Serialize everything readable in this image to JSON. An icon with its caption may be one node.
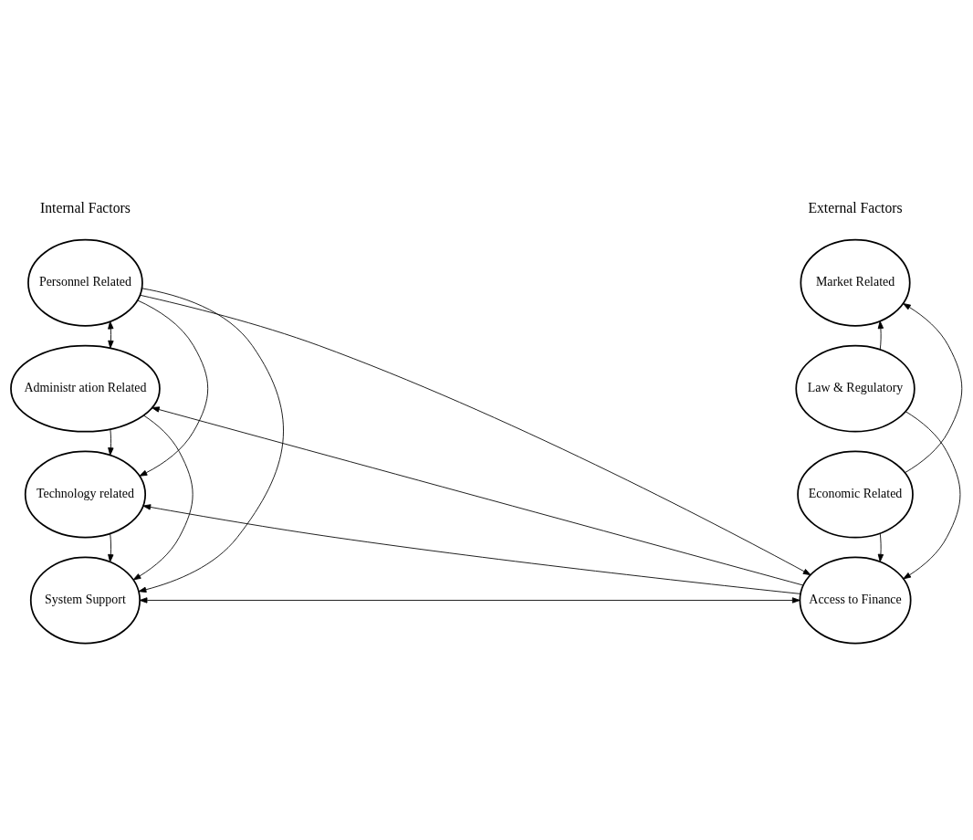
{
  "diagram": {
    "nodes": [
      {
        "text": [
          "Personnel Related"
        ]
      },
      {
        "text": [
          "Administr ation Related"
        ]
      },
      {
        "text": [
          "Technology related"
        ]
      },
      {
        "text": [
          "System Support"
        ]
      },
      {
        "text": [
          "Market Related"
        ]
      },
      {
        "text": [
          "Law & Regulatory"
        ]
      },
      {
        "text": [
          "Economic Related"
        ]
      },
      {
        "text": [
          "Access to Finance"
        ]
      }
    ],
    "edges": [
      {
        "from": 0,
        "to": 1,
        "arrow": "both"
      },
      {
        "from": 0,
        "to": 7,
        "arrow": "to"
      },
      {
        "from": 0,
        "to": 2,
        "arrow": "to"
      },
      {
        "from": 0,
        "to": 3,
        "arrow": "to"
      },
      {
        "from": 1,
        "to": 2,
        "arrow": "to"
      },
      {
        "from": 1,
        "to": 3,
        "arrow": "to"
      },
      {
        "from": 2,
        "to": 3,
        "arrow": "to"
      },
      {
        "from": 7,
        "to": 1,
        "arrow": "to"
      },
      {
        "from": 7,
        "to": 2,
        "arrow": "to"
      },
      {
        "from": 3,
        "to": 7,
        "arrow": "both"
      },
      {
        "from": 5,
        "to": 4,
        "arrow": "to"
      },
      {
        "from": 5,
        "to": 7,
        "arrow": "to"
      },
      {
        "from": 6,
        "to": 4,
        "arrow": "to"
      },
      {
        "from": 6,
        "to": 7,
        "arrow": "to"
      }
    ],
    "labels": [
      "Internal Factors",
      "External Factors"
    ]
  }
}
